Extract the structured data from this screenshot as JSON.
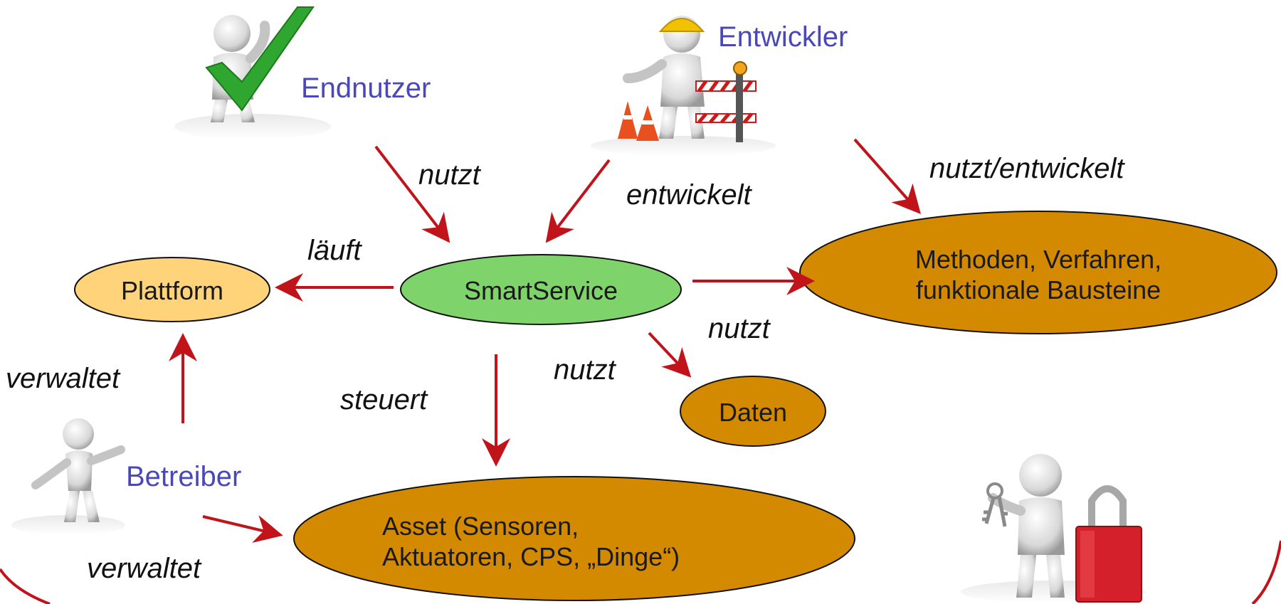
{
  "roles": {
    "endnutzer": "Endnutzer",
    "entwickler": "Entwickler",
    "betreiber": "Betreiber"
  },
  "nodes": {
    "plattform": "Plattform",
    "smartservice": "SmartService",
    "methoden_line1": "Methoden, Verfahren,",
    "methoden_line2": "funktionale Bausteine",
    "daten": "Daten",
    "asset_line1": "Asset (Sensoren,",
    "asset_line2": "Aktuatoren, CPS, „Dinge“)"
  },
  "edges": {
    "endnutzer_nutzt": "nutzt",
    "entwickler_entwickelt": "entwickelt",
    "entwickler_nutzt_entwickelt": "nutzt/entwickelt",
    "laeuft": "läuft",
    "service_nutzt_methoden": "nutzt",
    "service_nutzt_daten": "nutzt",
    "steuert": "steuert",
    "verwaltet_plattform": "verwaltet",
    "verwaltet_asset": "verwaltet"
  },
  "colors": {
    "arrow": "#c0141a",
    "boundary": "#c0141a",
    "node_orange": "#d48a00",
    "node_yellow": "#ffd37a",
    "node_green": "#7ed36a",
    "role_text": "#4a48b8",
    "check_green": "#2fa62f",
    "helmet_yellow": "#f2c200",
    "lock_red": "#d4202a"
  },
  "icons": {
    "endnutzer": "person-checkmark-icon",
    "entwickler": "construction-worker-icon",
    "betreiber": "presenting-person-icon",
    "security": "person-lock-keys-icon"
  }
}
